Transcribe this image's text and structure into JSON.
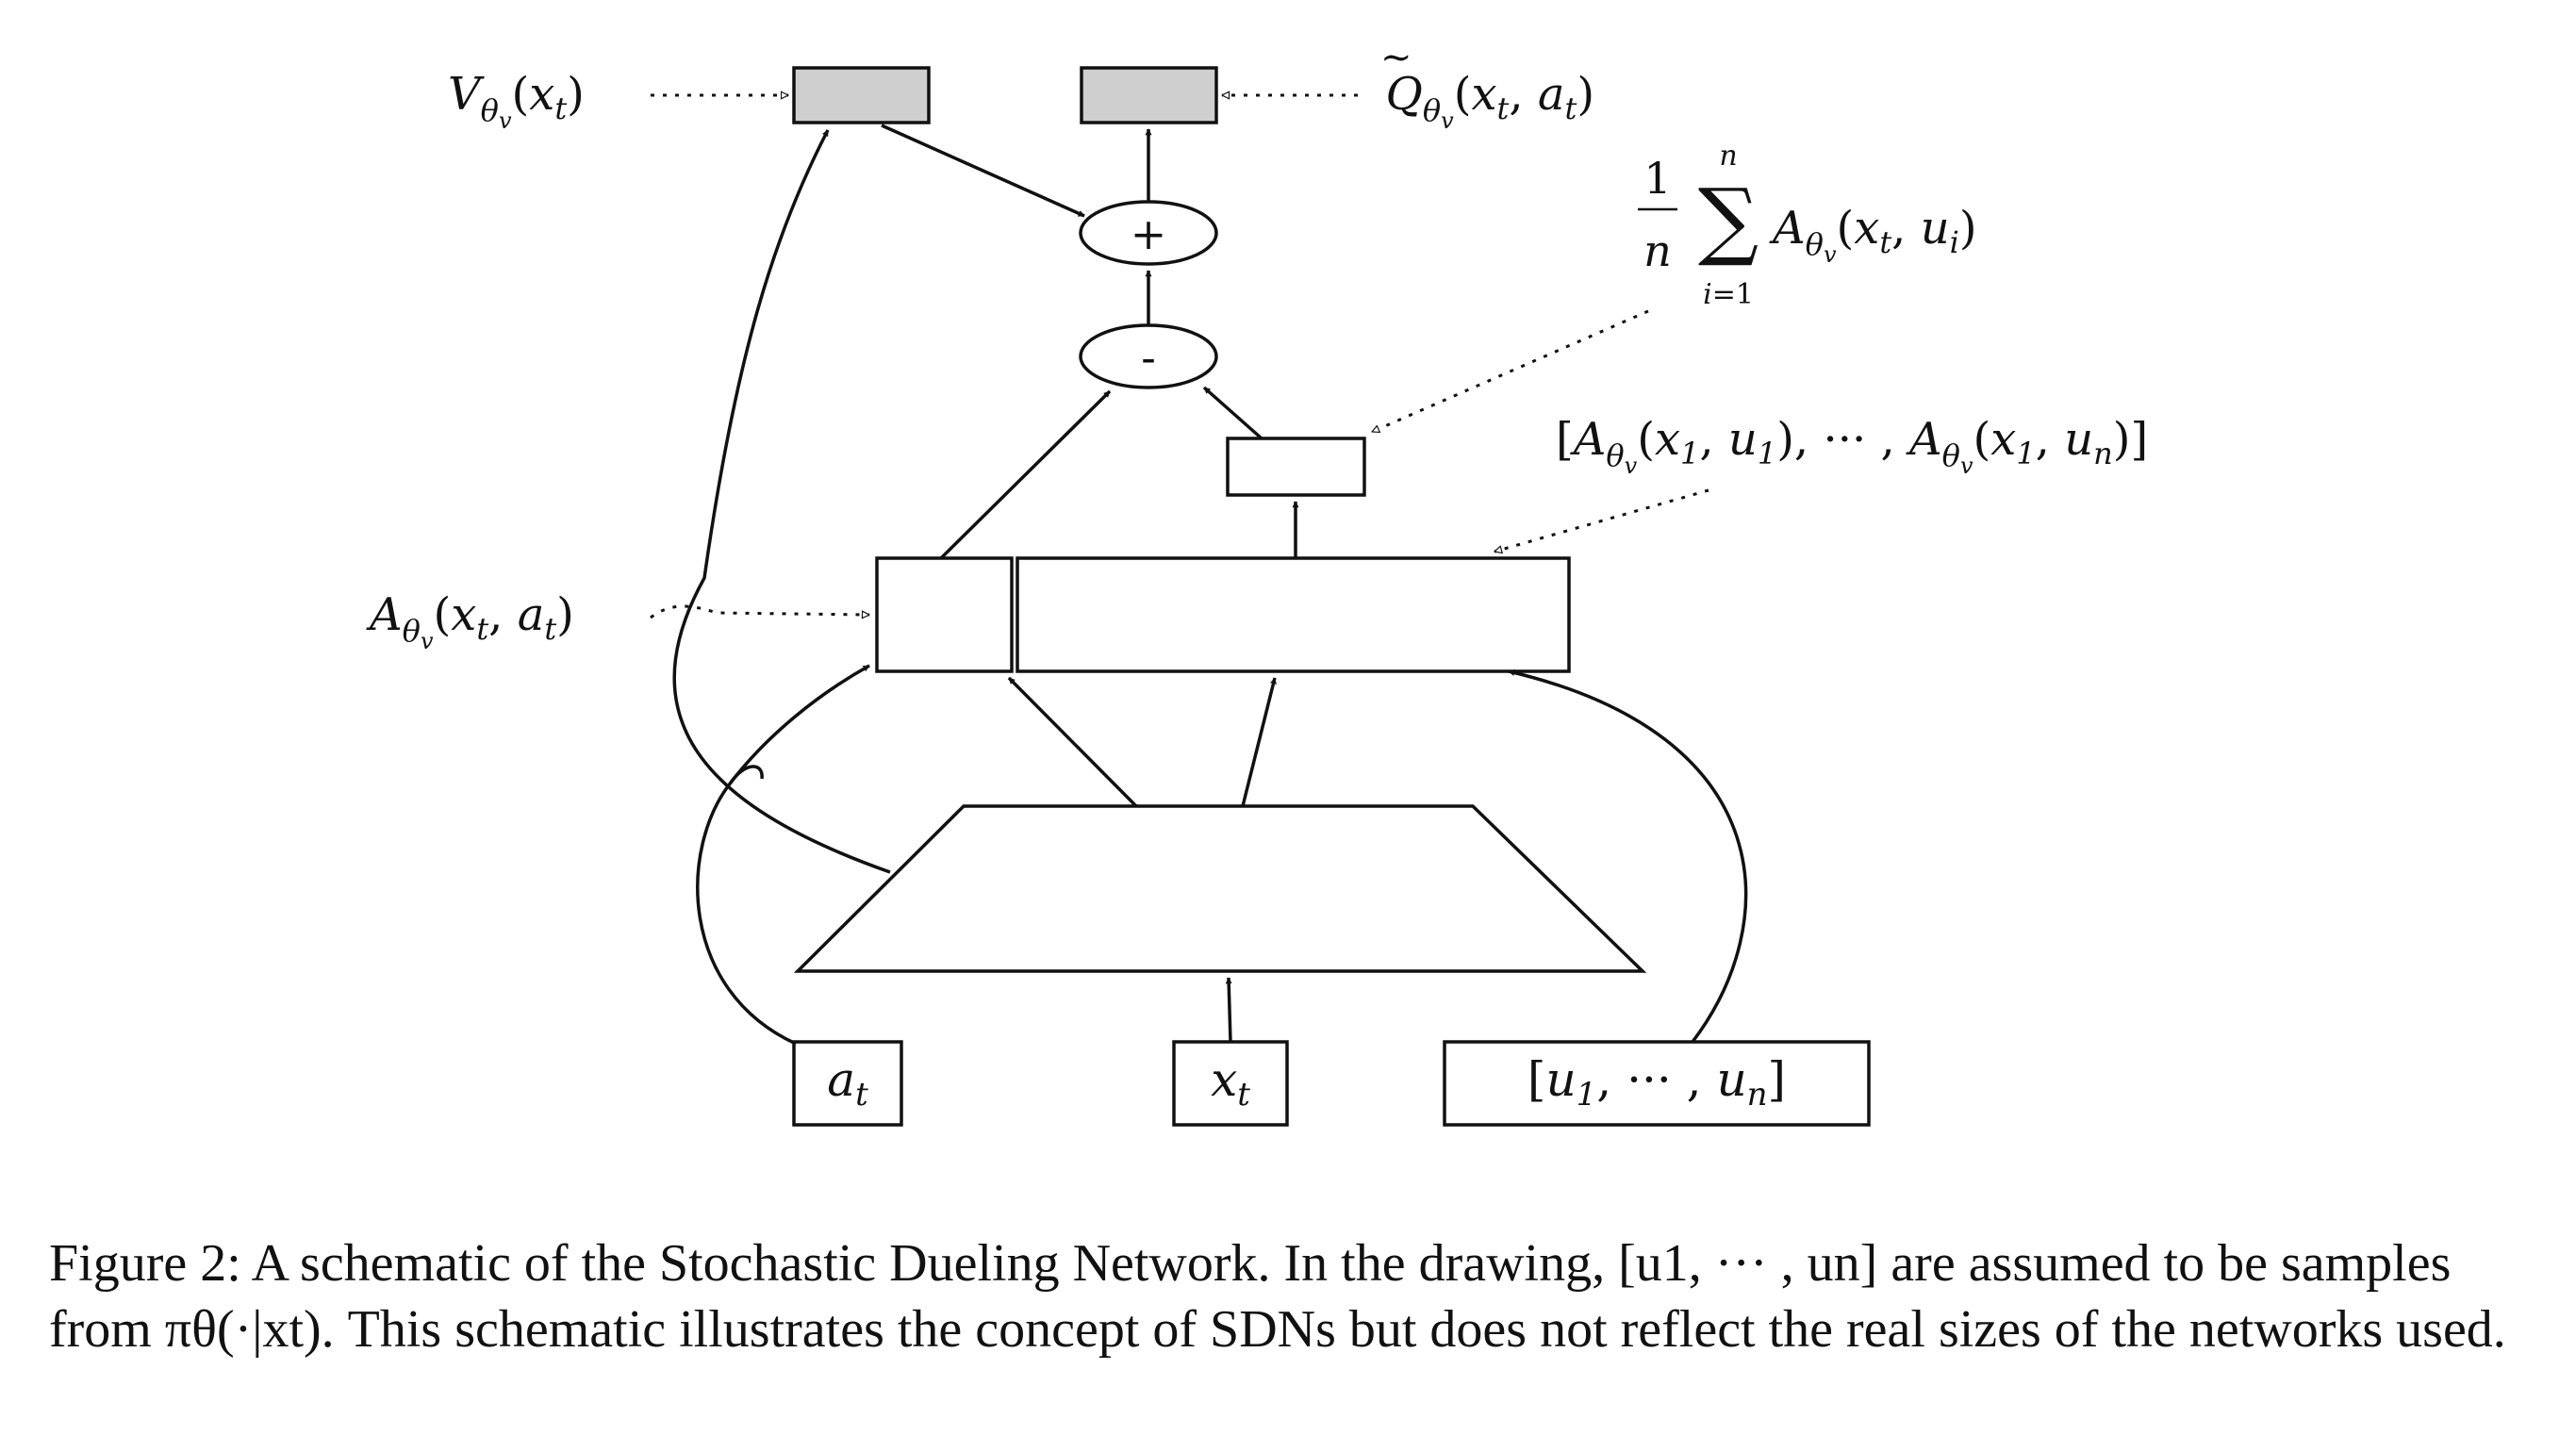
{
  "diagram": {
    "labels": {
      "value": "Vθv(xt)",
      "q_estimate": "Q̃θv(xt, at)",
      "mean_advantage": "(1/n) Σi=1..n Aθv(xt, ui)",
      "sampled_advantages": "[Aθv(x1, u1), ··· , Aθv(x1, un)]",
      "advantage": "Aθv(xt, at)"
    },
    "nodes": {
      "plus": "+",
      "minus": "-"
    },
    "inputs": {
      "action": "at",
      "state": "xt",
      "samples": "[u1, ··· , un]"
    }
  },
  "caption": "Figure 2: A schematic of the Stochastic Dueling Network. In the drawing, [u1, ··· , un] are assumed to be samples from πθ(·|xt). This schematic illustrates the concept of SDNs but does not reflect the real sizes of the networks used.",
  "colors": {
    "ink": "#111111",
    "output_fill": "#cfcfcf"
  }
}
